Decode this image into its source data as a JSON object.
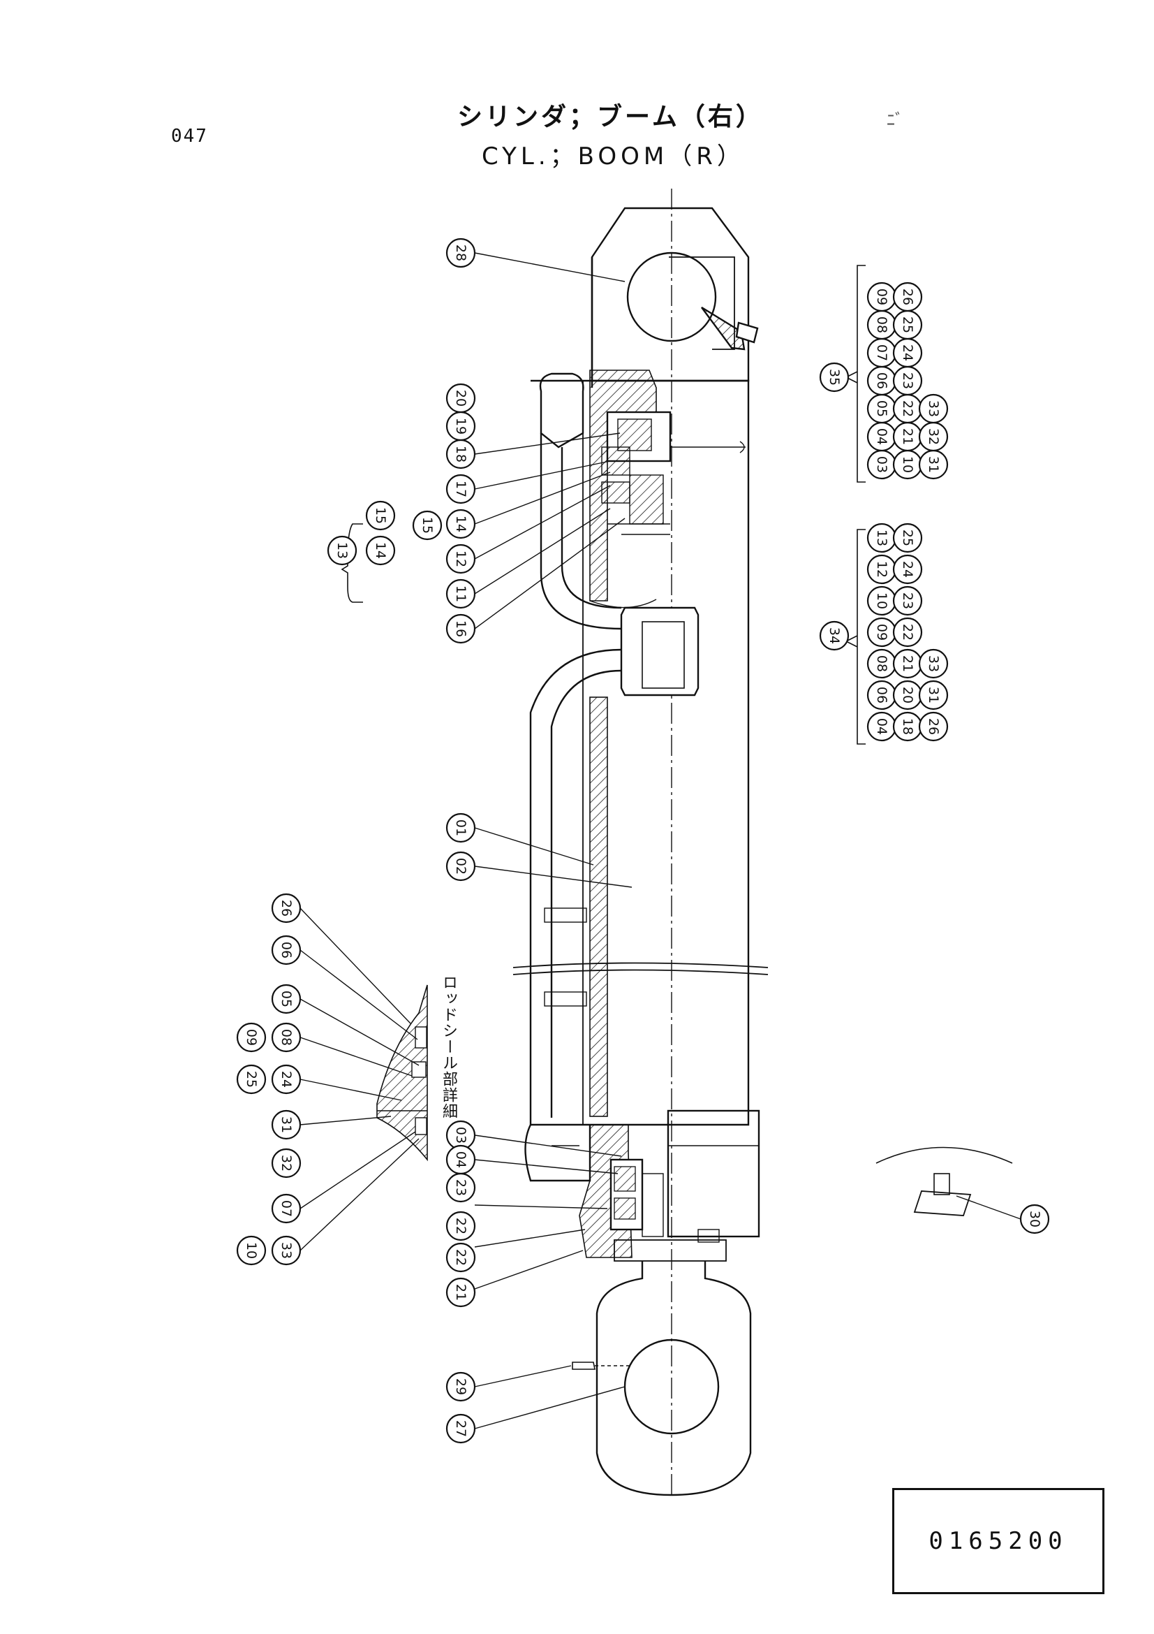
{
  "header": {
    "page_number": "047",
    "title_jp": "シリンダ；ブーム（右）",
    "title_en": "CYL.；BOOM（R）",
    "corner_mark": "ﾆﾞ"
  },
  "parts_code": "0165200",
  "note_jp": "ロッドシール部詳細",
  "callouts": [
    {
      "id": "c28",
      "label": "28"
    },
    {
      "id": "c20",
      "label": "20"
    },
    {
      "id": "c19",
      "label": "19"
    },
    {
      "id": "c18",
      "label": "18"
    },
    {
      "id": "c17",
      "label": "17"
    },
    {
      "id": "c14a",
      "label": "14"
    },
    {
      "id": "c12",
      "label": "12"
    },
    {
      "id": "c11",
      "label": "11"
    },
    {
      "id": "c16",
      "label": "16"
    },
    {
      "id": "c15a",
      "label": "15"
    },
    {
      "id": "c01",
      "label": "01"
    },
    {
      "id": "c02",
      "label": "02"
    },
    {
      "id": "c03",
      "label": "03"
    },
    {
      "id": "c04",
      "label": "04"
    },
    {
      "id": "c23",
      "label": "23"
    },
    {
      "id": "c22a",
      "label": "22"
    },
    {
      "id": "c22b",
      "label": "22"
    },
    {
      "id": "c21",
      "label": "21"
    },
    {
      "id": "c29",
      "label": "29"
    },
    {
      "id": "c27",
      "label": "27"
    },
    {
      "id": "c30",
      "label": "30"
    },
    {
      "id": "d26",
      "label": "26"
    },
    {
      "id": "d06",
      "label": "06"
    },
    {
      "id": "d05",
      "label": "05"
    },
    {
      "id": "d08",
      "label": "08"
    },
    {
      "id": "d09",
      "label": "09"
    },
    {
      "id": "d25",
      "label": "25"
    },
    {
      "id": "d24",
      "label": "24"
    },
    {
      "id": "d31",
      "label": "31"
    },
    {
      "id": "d32",
      "label": "32"
    },
    {
      "id": "d07",
      "label": "07"
    },
    {
      "id": "d33",
      "label": "33"
    },
    {
      "id": "d10",
      "label": "10"
    }
  ],
  "kit_13": {
    "label": "13",
    "items": [
      "14",
      "15"
    ]
  },
  "kit_34": {
    "label": "34",
    "items": [
      "04",
      "06",
      "08",
      "09",
      "10",
      "12",
      "13",
      "18",
      "20",
      "21",
      "22",
      "23",
      "24",
      "25",
      "26",
      "31",
      "33"
    ]
  },
  "kit_35": {
    "label": "35",
    "items": [
      "03",
      "04",
      "05",
      "06",
      "07",
      "08",
      "09",
      "10",
      "21",
      "22",
      "23",
      "24",
      "25",
      "26",
      "31",
      "32",
      "33"
    ]
  }
}
